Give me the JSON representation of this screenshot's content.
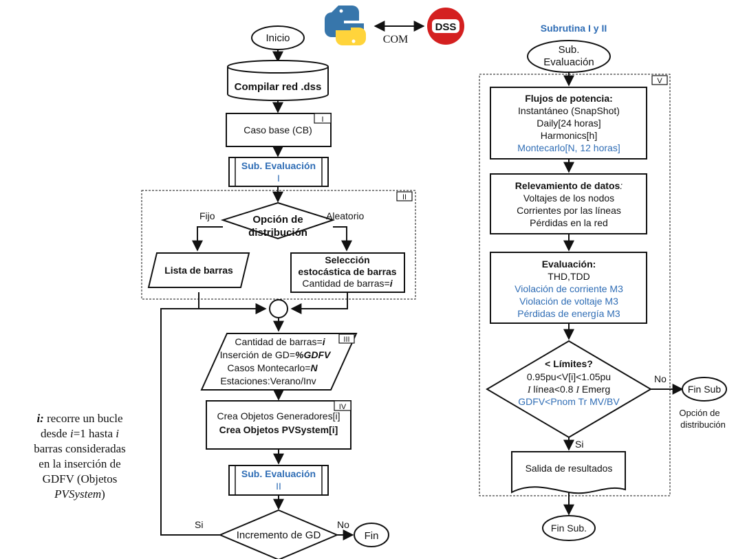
{
  "header": {
    "com_label": "COM",
    "python_logo": "python-logo-icon",
    "dss_logo_text": "DSS"
  },
  "main_flow": {
    "inicio": "Inicio",
    "compilar": "Compilar red .dss",
    "caso_base": "Caso base (CB)",
    "tag_I": "I",
    "sub_eval_1": [
      "Sub. Evaluación",
      "I"
    ],
    "tag_II": "II",
    "opcion": [
      "Opción de",
      "distribución"
    ],
    "fijo": "Fijo",
    "aleatorio": "Aleatorio",
    "lista_barras": "Lista de barras",
    "seleccion": [
      "Selección",
      "estocástica de barras"
    ],
    "cantidad_i_prefix": "Cantidad de barras=",
    "cantidad_i_var": "i",
    "tag_III": "III",
    "param_lines": [
      {
        "prefix": "Cantidad de barras=",
        "var": "i"
      },
      {
        "prefix": "Inserción de GD=",
        "var": "%GDFV"
      },
      {
        "prefix": "Casos Montecarlo=",
        "var": "N"
      },
      {
        "prefix": "Estaciones:Verano/Inv",
        "var": ""
      }
    ],
    "tag_IV": "IV",
    "crea_1": "Crea Objetos Generadores[i]",
    "crea_2": "Crea Objetos PVSystem[i]",
    "sub_eval_2": [
      "Sub. Evaluación",
      "II"
    ],
    "incremento": "Incremento de GD",
    "si": "Si",
    "no": "No",
    "fin": "Fin"
  },
  "note": {
    "line1_var": "i:",
    "line1_rest": " recorre un bucle",
    "line2_a": "desde ",
    "line2_var": "i",
    "line2_b": "=1 hasta ",
    "line2_var2": "i",
    "line3": "barras consideradas",
    "line4": "en la inserción de",
    "line5": "GDFV (Objetos",
    "line6_var": "PVSystem",
    "line6_end": ")"
  },
  "subroutine": {
    "title": "Subrutina I y II",
    "start": [
      "Sub.",
      "Evaluación"
    ],
    "tag_V": "V",
    "flujos_title": "Flujos de potencia:",
    "flujos_items": [
      "Instantáneo (SnapShot)",
      "Daily[24 horas]",
      "Harmonics[h]"
    ],
    "flujos_blue": "Montecarlo[N, 12 horas]",
    "relev_title": "Relevamiento de datos",
    "relev_colon": ":",
    "relev_items": [
      "Voltajes de los nodos",
      "Corrientes por las líneas",
      "Pérdidas en la red"
    ],
    "eval_title": "Evaluación:",
    "eval_item": "THD,TDD",
    "eval_blue": [
      "Violación de corriente M3",
      "Violación de voltaje M3",
      "Pérdidas de energía M3"
    ],
    "limites_title": "< Límites?",
    "limites_1": "0.95pu<V[i]<1.05pu",
    "limites_2a": "I",
    "limites_2b": " línea<0.8 ",
    "limites_2c": "I",
    "limites_2d": " Emerg",
    "limites_blue": "GDFV<Pnom Tr MV/BV",
    "no": "No",
    "si": "Si",
    "fin_sub_right": "Fin Sub",
    "opcion_note": [
      "Opción de",
      "distribución"
    ],
    "salida": "Salida de resultados",
    "fin_sub_bottom": "Fin Sub."
  },
  "colors": {
    "accent_blue": "#2f6db5",
    "python_blue": "#3776ab",
    "python_yellow": "#ffd43b",
    "dss_red": "#d42020"
  }
}
